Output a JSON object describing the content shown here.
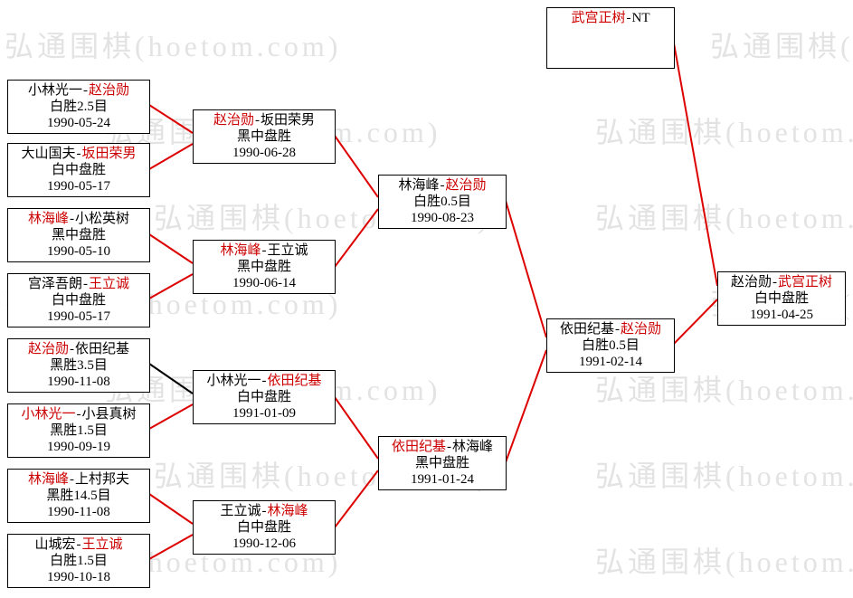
{
  "page": {
    "watermark": "弘通围棋(hoetom.com)"
  },
  "colors": {
    "winner_text": "#cc0000",
    "loser_text": "#000000",
    "connector_red": "#dd0000",
    "connector_black": "#000000",
    "box_border": "#000000",
    "watermark": "#e3e3e3"
  },
  "sep": "-",
  "matches": {
    "r1m1": {
      "p1": "小林光一",
      "p1_red": false,
      "p2": "赵治勋",
      "p2_red": true,
      "result": "白胜2.5目",
      "date": "1990-05-24"
    },
    "r1m2": {
      "p1": "大山国夫",
      "p1_red": false,
      "p2": "坂田荣男",
      "p2_red": true,
      "result": "白中盘胜",
      "date": "1990-05-17"
    },
    "r1m3": {
      "p1": "林海峰",
      "p1_red": true,
      "p2": "小松英树",
      "p2_red": false,
      "result": "黑中盘胜",
      "date": "1990-05-10"
    },
    "r1m4": {
      "p1": "宫泽吾朗",
      "p1_red": false,
      "p2": "王立诚",
      "p2_red": true,
      "result": "白中盘胜",
      "date": "1990-05-17"
    },
    "r1m5": {
      "p1": "赵治勋",
      "p1_red": true,
      "p2": "依田纪基",
      "p2_red": false,
      "result": "黑胜3.5目",
      "date": "1990-11-08"
    },
    "r1m6": {
      "p1": "小林光一",
      "p1_red": true,
      "p2": "小县真树",
      "p2_red": false,
      "result": "黑胜1.5目",
      "date": "1990-09-19"
    },
    "r1m7": {
      "p1": "林海峰",
      "p1_red": true,
      "p2": "上村邦夫",
      "p2_red": false,
      "result": "黑胜14.5目",
      "date": "1990-11-08"
    },
    "r1m8": {
      "p1": "山城宏",
      "p1_red": false,
      "p2": "王立诚",
      "p2_red": true,
      "result": "白胜1.5目",
      "date": "1990-10-18"
    },
    "r2m1": {
      "p1": "赵治勋",
      "p1_red": true,
      "p2": "坂田荣男",
      "p2_red": false,
      "result": "黑中盘胜",
      "date": "1990-06-28"
    },
    "r2m2": {
      "p1": "林海峰",
      "p1_red": true,
      "p2": "王立诚",
      "p2_red": false,
      "result": "黑中盘胜",
      "date": "1990-06-14"
    },
    "r2m3": {
      "p1": "小林光一",
      "p1_red": false,
      "p2": "依田纪基",
      "p2_red": true,
      "result": "白中盘胜",
      "date": "1991-01-09"
    },
    "r2m4": {
      "p1": "王立诚",
      "p1_red": false,
      "p2": "林海峰",
      "p2_red": true,
      "result": "白中盘胜",
      "date": "1990-12-06"
    },
    "sf1": {
      "p1": "林海峰",
      "p1_red": false,
      "p2": "赵治勋",
      "p2_red": true,
      "result": "白胜0.5目",
      "date": "1990-08-23"
    },
    "sf2": {
      "p1": "依田纪基",
      "p1_red": true,
      "p2": "林海峰",
      "p2_red": false,
      "result": "黑中盘胜",
      "date": "1991-01-24"
    },
    "final": {
      "p1": "依田纪基",
      "p1_red": false,
      "p2": "赵治勋",
      "p2_red": true,
      "result": "白胜0.5目",
      "date": "1991-02-14"
    },
    "title": {
      "p1": "武宫正树",
      "p1_red": true,
      "p2": "NT",
      "p2_red": false,
      "result": "",
      "date": ""
    },
    "champ": {
      "p1": "赵治勋",
      "p1_red": false,
      "p2": "武宫正树",
      "p2_red": true,
      "result": "白中盘胜",
      "date": "1991-04-25"
    }
  }
}
